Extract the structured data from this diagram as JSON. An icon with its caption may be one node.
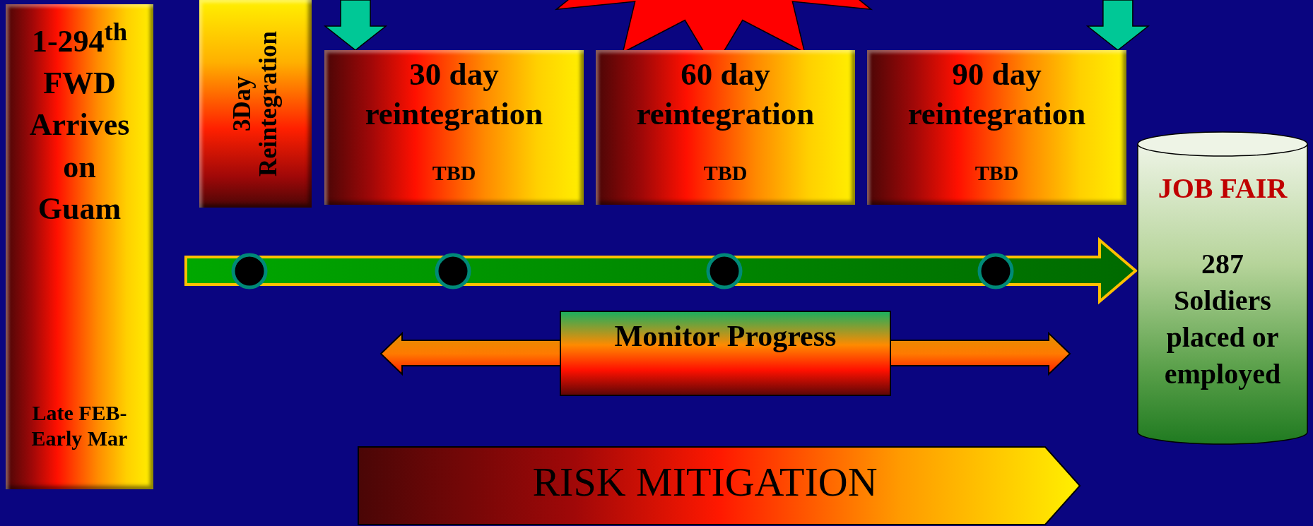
{
  "diagram": {
    "nodes": [
      {
        "text": [
          "1-294$^{th}$ FWD Arrives on Guam",
          "Late FEB- Early Mar"
        ]
      },
      {
        "text": [
          "3Day Reintegration"
        ]
      },
      {
        "text": [
          "30 day reintegration",
          "TBD"
        ]
      },
      {
        "text": [
          "60 day reintegration",
          "TBD"
        ]
      },
      {
        "text": [
          "90 day reintegration",
          "TBD"
        ]
      },
      {
        "text": [
          "JOB FAIR",
          "287 Soldiers placed or employed"
        ]
      },
      {
        "text": [
          "Monitor Progress"
        ]
      },
      {
        "text": [
          "RISK MITIGATION"
        ]
      }
    ],
    "edges": [
      {
        "from": null,
        "to": 2,
        "arrow": "to"
      },
      {
        "from": null,
        "to": 4,
        "arrow": "to"
      },
      {
        "from": null,
        "to": 5,
        "arrow": "to"
      }
    ]
  }
}
